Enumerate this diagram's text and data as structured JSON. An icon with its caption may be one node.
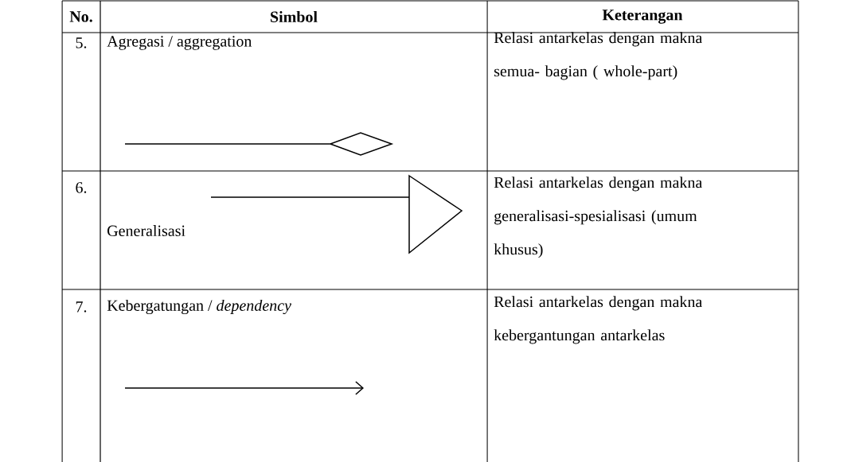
{
  "diagram": {
    "labels": [
      "No.",
      "Simbol",
      "Keterangan",
      "5.",
      "Agregasi / aggregation",
      "Relasi antarkelas dengan makna semua- bagian ( whole-part)",
      "6.",
      "Generalisasi",
      "Relasi antarkelas dengan makna generalisasi-spesialisasi (umum khusus)",
      "7.",
      "Kebergatungan / *dependency*",
      "Relasi antarkelas dengan makna kebergantungan antarkelas"
    ]
  }
}
